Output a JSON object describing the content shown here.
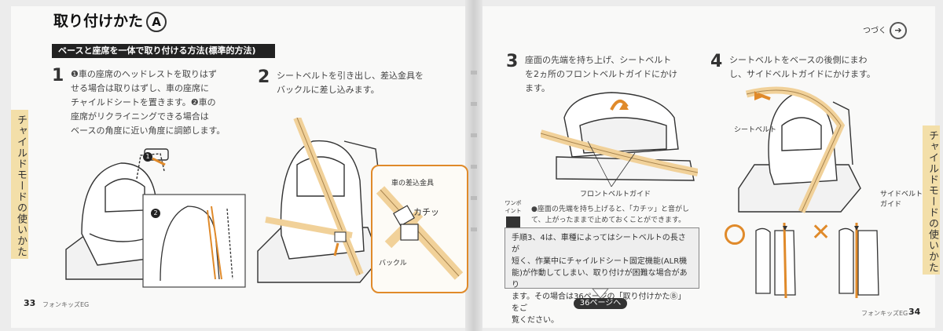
{
  "left_page": {
    "title": "取り付けかた",
    "title_badge": "A",
    "section_heading": "ベースと座席を一体で取り付ける方法(標準的方法)",
    "side_tab": "チャイルドモードの使いかた",
    "page_number": "33",
    "brand": "フォンキッズEG",
    "steps": [
      {
        "number": "1",
        "lines": [
          "❶車の座席のヘッドレストを取りはず",
          "せる場合は取りはずし、車の座席に",
          "チャイルドシートを置きます。❷車の",
          "座席がリクライニングできる場合は",
          "ベースの角度に近い角度に調節します。"
        ]
      },
      {
        "number": "2",
        "lines": [
          "シートベルトを引き出し、差込金具を",
          "バックルに差し込みます。"
        ]
      }
    ],
    "illustration_markers": [
      "1",
      "2"
    ],
    "callout_labels": {
      "insert_plate": "車の差込金具",
      "click": "カチッ",
      "buckle": "バックル"
    }
  },
  "right_page": {
    "next_label": "つづく",
    "side_tab": "チャイルドモードの使いかた",
    "page_number": "34",
    "brand": "フォンキッズEG",
    "steps": [
      {
        "number": "3",
        "lines": [
          "座面の先端を持ち上げ、シートベルト",
          "を2ヵ所のフロントベルトガイドにかけ",
          "ます。"
        ]
      },
      {
        "number": "4",
        "lines": [
          "シートベルトをベースの後側にまわ",
          "し、サイドベルトガイドにかけます。"
        ]
      }
    ],
    "labels": {
      "front_belt_guide": "フロントベルトガイド",
      "seat_belt": "シートベルト",
      "side_belt_guide_1": "サイドベルト",
      "side_belt_guide_2": "ガイド"
    },
    "one_point": {
      "label": "ワンポイント",
      "lines": [
        "●座面の先端を持ち上げると、「カチッ」と音がし",
        "て、上がったままで止めておくことができます。"
      ]
    },
    "note": {
      "lines": [
        "手順3、4は、車種によってはシートベルトの長さが",
        "短く、作業中にチャイルドシート固定機能(ALR機",
        "能)が作動してしまい、取り付けが困難な場合があり",
        "ます。その場合は36ページの「取り付けかたⒷ」をご",
        "覧ください。"
      ]
    },
    "page_link": "36ページへ"
  }
}
